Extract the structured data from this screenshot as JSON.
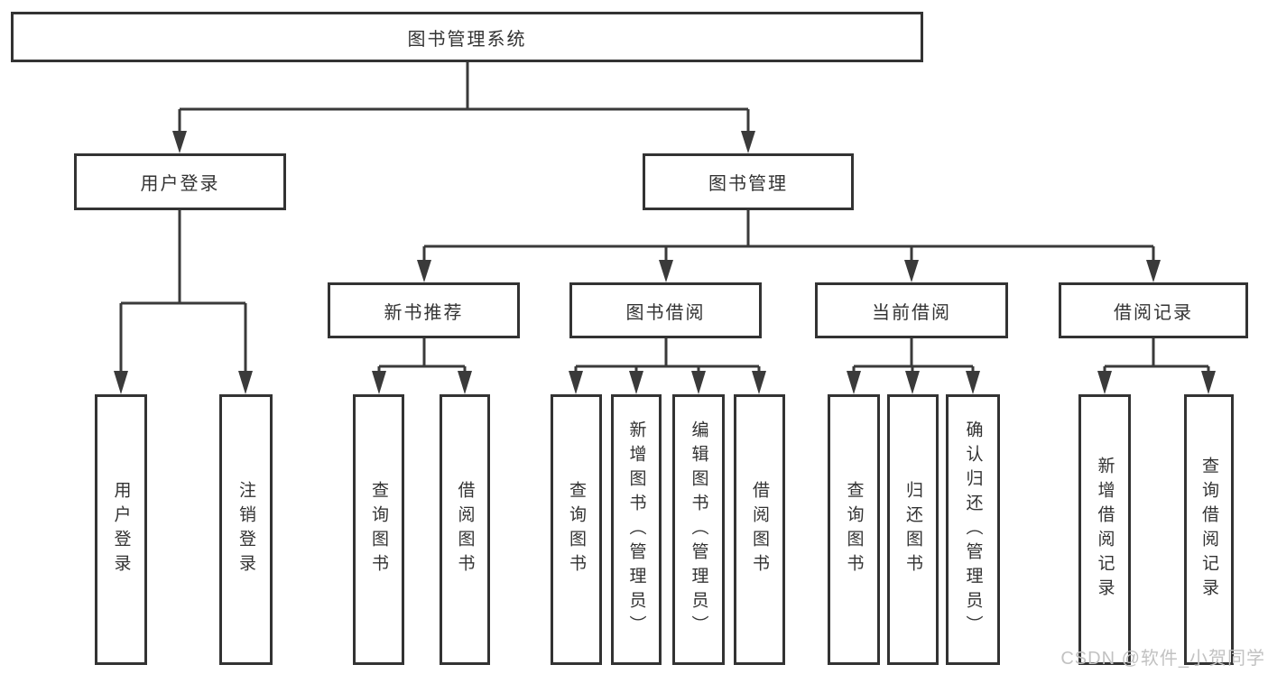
{
  "root": {
    "label": "图书管理系统",
    "children": [
      {
        "label": "用户登录",
        "children": [
          {
            "label": "用户登录"
          },
          {
            "label": "注销登录"
          }
        ]
      },
      {
        "label": "图书管理",
        "children": [
          {
            "label": "新书推荐",
            "children": [
              {
                "label": "查询图书"
              },
              {
                "label": "借阅图书"
              }
            ]
          },
          {
            "label": "图书借阅",
            "children": [
              {
                "label": "查询图书"
              },
              {
                "label": "新增图书（管理员）"
              },
              {
                "label": "编辑图书（管理员）"
              },
              {
                "label": "借阅图书"
              }
            ]
          },
          {
            "label": "当前借阅",
            "children": [
              {
                "label": "查询图书"
              },
              {
                "label": "归还图书"
              },
              {
                "label": "确认归还（管理员）"
              }
            ]
          },
          {
            "label": "借阅记录",
            "children": [
              {
                "label": "新增借阅记录"
              },
              {
                "label": "查询借阅记录"
              }
            ]
          }
        ]
      }
    ]
  },
  "watermark": {
    "text": "CSDN @软件_小贺同学"
  },
  "colors": {
    "line": "#3a3a3a",
    "border": "#333333",
    "text": "#333333",
    "watermark": "#c2c2c2",
    "background": "#ffffff"
  }
}
